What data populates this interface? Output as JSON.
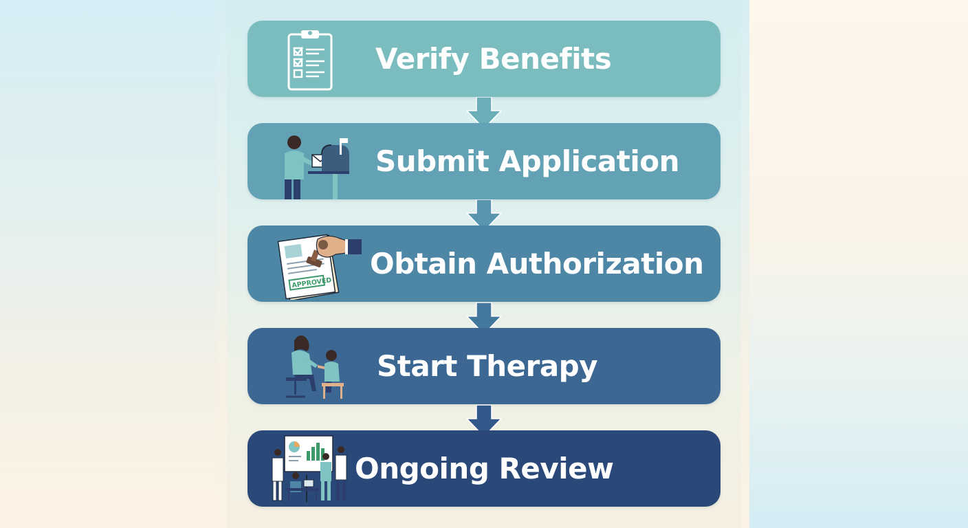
{
  "steps": [
    {
      "label": "Verify Benefits",
      "icon": "clipboard-checklist-icon",
      "color": "#7bbdbe"
    },
    {
      "label": "Submit Application",
      "icon": "person-mailbox-icon",
      "color": "#63a2b4"
    },
    {
      "label": "Obtain Authorization",
      "icon": "approved-stamp-icon",
      "color": "#4e86a6"
    },
    {
      "label": "Start Therapy",
      "icon": "therapist-child-icon",
      "color": "#3b6792"
    },
    {
      "label": "Ongoing Review",
      "icon": "team-review-icon",
      "color": "#2a4979"
    }
  ],
  "stamp_text": "APPROVED",
  "arrow_colors": [
    "#6aaeb8",
    "#5995ae",
    "#44779c",
    "#32588a"
  ]
}
